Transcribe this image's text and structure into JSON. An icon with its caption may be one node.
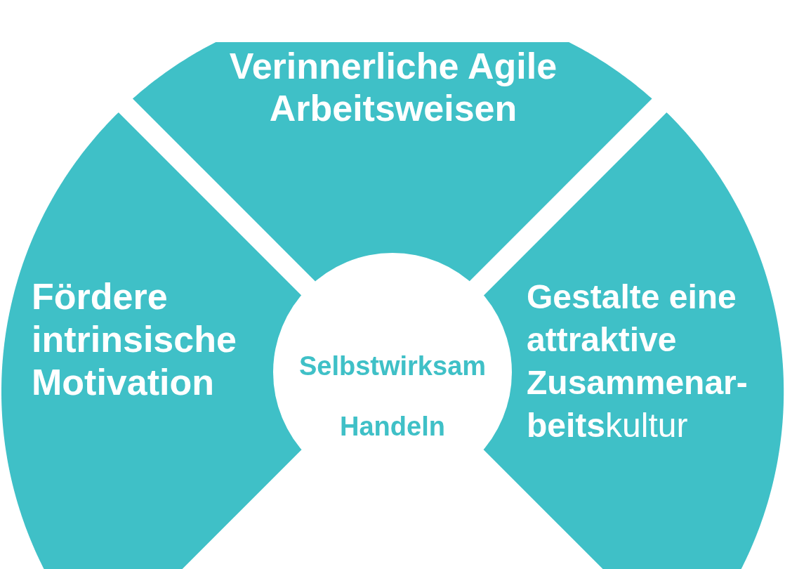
{
  "diagram": {
    "nodes": [
      {
        "text": [
          "Verinnerliche Agile Arbeitsweisen"
        ]
      },
      {
        "text": [
          "Fördere intrinsische Motivation"
        ]
      },
      {
        "text": [
          "**Gestalte eine attraktive Zusammenar- beits**kultur"
        ]
      },
      {
        "text": [
          "Selbstwirksam Handeln"
        ]
      }
    ]
  }
}
